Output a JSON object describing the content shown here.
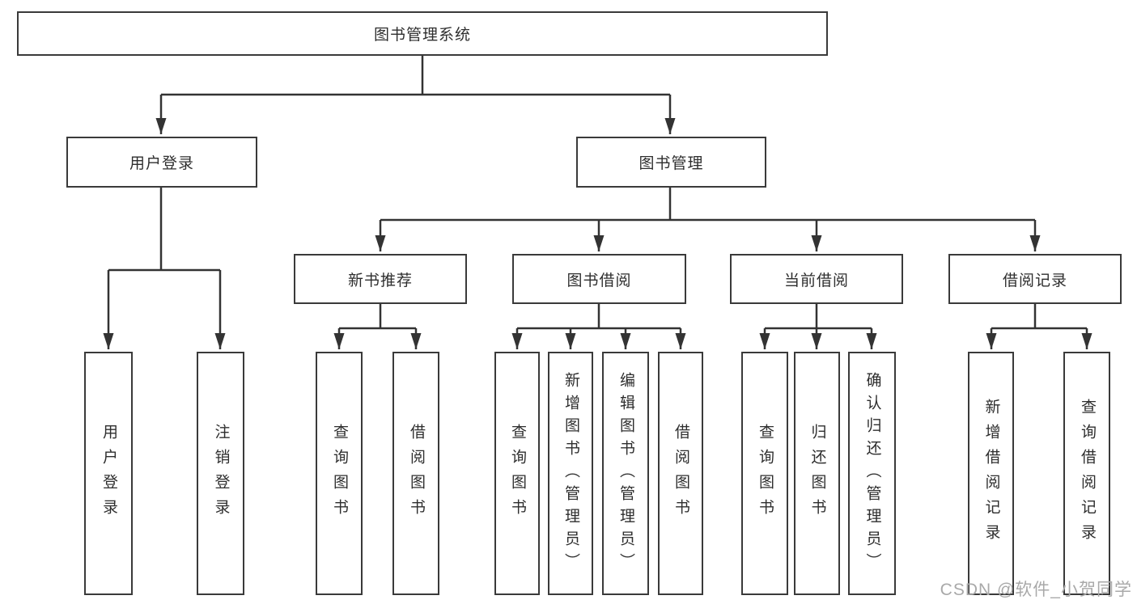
{
  "diagram": {
    "nodes": {
      "root": {
        "label": "图书管理系统"
      },
      "user_login": {
        "label": "用户登录"
      },
      "book_management": {
        "label": "图书管理"
      },
      "new_book_recommend": {
        "label": "新书推荐"
      },
      "book_borrow": {
        "label": "图书借阅"
      },
      "current_borrow": {
        "label": "当前借阅"
      },
      "borrow_records": {
        "label": "借阅记录"
      },
      "leaf_user_login": {
        "label": "用户登录"
      },
      "leaf_logout": {
        "label": "注销登录"
      },
      "leaf_nb_query_book": {
        "label": "查询图书"
      },
      "leaf_nb_borrow_book": {
        "label": "借阅图书"
      },
      "leaf_bb_query_book": {
        "label": "查询图书"
      },
      "leaf_bb_add_book": {
        "label": "新增图书（管理员）"
      },
      "leaf_bb_edit_book": {
        "label": "编辑图书（管理员）"
      },
      "leaf_bb_borrow_book": {
        "label": "借阅图书"
      },
      "leaf_cb_query_book": {
        "label": "查询图书"
      },
      "leaf_cb_return_book": {
        "label": "归还图书"
      },
      "leaf_cb_confirm_return": {
        "label": "确认归还（管理员）"
      },
      "leaf_br_add_record": {
        "label": "新增借阅记录"
      },
      "leaf_br_query_record": {
        "label": "查询借阅记录"
      }
    },
    "colors": {
      "line": "#333333",
      "box_border": "#3a3a3a",
      "text": "#2e2e2e",
      "background": "#ffffff"
    }
  },
  "watermark": {
    "text": "CSDN @软件_小贺同学",
    "color": "#a9a9a9"
  }
}
